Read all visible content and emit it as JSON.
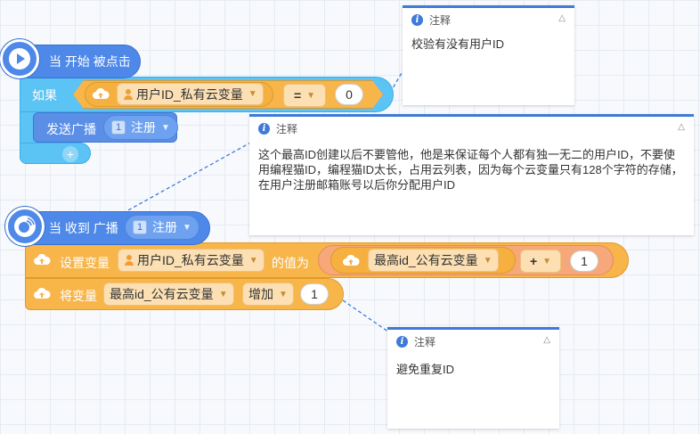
{
  "event_start": {
    "label": "当 开始 被点击"
  },
  "if_block": {
    "label": "如果",
    "variable": "用户ID_私有云变量",
    "operator": "=",
    "value": "0"
  },
  "broadcast_block": {
    "label": "发送广播",
    "message": "注册",
    "badge": "1"
  },
  "event_receive": {
    "label": "当 收到 广播",
    "message": "注册",
    "badge": "1"
  },
  "set_block": {
    "label": "设置变量",
    "variable": "用户ID_私有云变量",
    "mid_label": "的值为",
    "operand_var": "最高id_公有云变量",
    "operator": "+",
    "operand_num": "1"
  },
  "change_block": {
    "label": "将变量",
    "variable": "最高id_公有云变量",
    "action": "增加",
    "value": "1"
  },
  "comments": [
    {
      "title": "注释",
      "text": "校验有没有用户ID"
    },
    {
      "title": "注释",
      "text": "这个最高ID创建以后不要管他，他是来保证每个人都有独一无二的用户ID，不要使用编程猫ID，编程猫ID太长，占用云列表，因为每个云变量只有128个字符的存储，在用户注册邮箱账号以后你分配用户ID"
    },
    {
      "title": "注释",
      "text": "避免重复ID"
    }
  ],
  "icons": {
    "start": "play-icon",
    "receive": "broadcast-icon",
    "cloud": "cloud-upload-icon",
    "person": "person-icon",
    "info": "info-icon",
    "add": "plus-icon"
  },
  "colors": {
    "event": "#4e88e8",
    "control": "#5cc3f5",
    "data": "#f7b54a",
    "comment_accent": "#3f7ad8"
  }
}
